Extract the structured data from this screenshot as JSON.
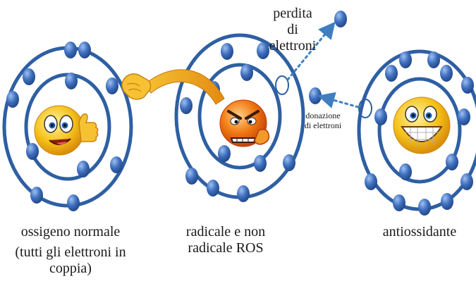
{
  "captions": {
    "atom1": "ossigeno normale",
    "atom1_sub_line1": "(tutti gli elettroni in",
    "atom1_sub_line2": "coppia)",
    "atom2_line1": "radicale e non",
    "atom2_line2": "radicale ROS",
    "atom3": "antiossidante"
  },
  "annotations": {
    "loss_line1": "perdita",
    "loss_line2": "di",
    "loss_line3": "elettroni",
    "donation_line1": "donazione",
    "donation_line2": "di elettroni"
  },
  "colors": {
    "ring": "#2e5fa3",
    "ring_light": "#6f9bd6",
    "electron": "#3f6fbf",
    "electron_light": "#8fb2e6",
    "arrow": "#3f7fc0",
    "smiley": "#f5c21b",
    "angry": "#f07a12",
    "hand": "#f3b21a"
  },
  "icons": {
    "atom1_center": "thumbs-up-smiley-icon",
    "atom2_center": "angry-smiley-icon",
    "atom3_center": "grinning-smiley-icon",
    "grab": "grabbing-hand-icon"
  }
}
